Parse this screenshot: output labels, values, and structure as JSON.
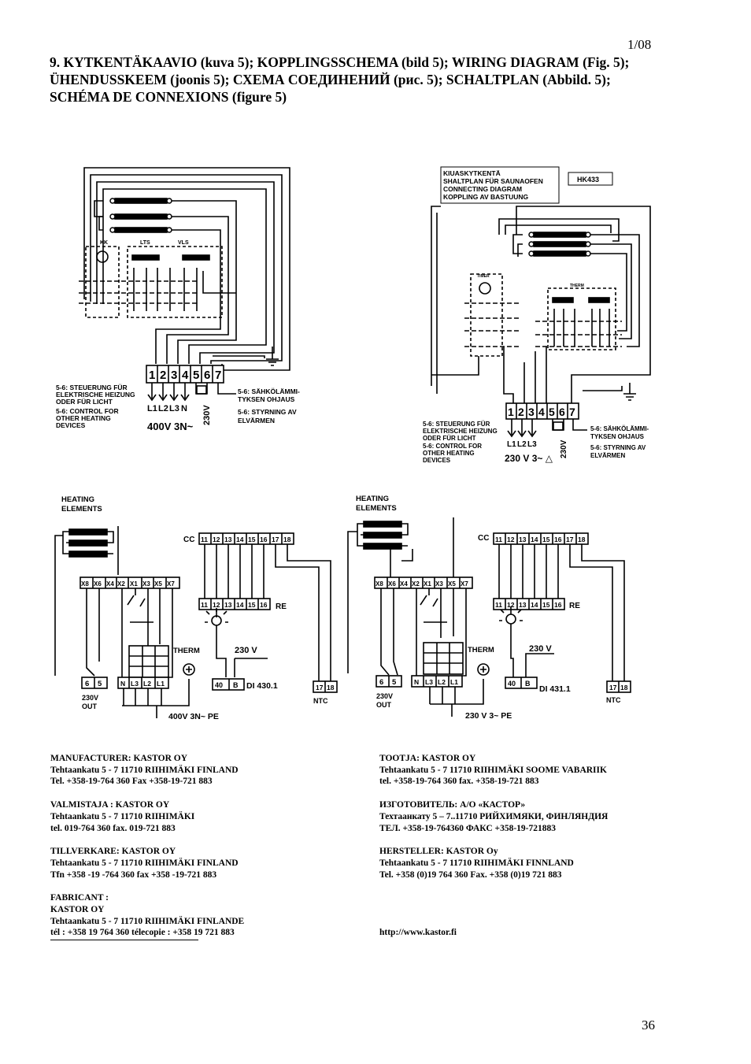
{
  "page_ref": "1/08",
  "title_lines": [
    "9. KYTKENTÄKAAVIO (kuva 5); KOPPLINGSSCHEMA (bild 5); WIRING DIAGRAM (Fig. 5);",
    "ÜHENDUSSKEEM (joonis 5); СХЕМА СОЕДИНЕНИЙ (рис. 5); SCHALTPLAN (Abbild. 5);",
    "SCHÉMA DE CONNEXIONS (figure 5)"
  ],
  "diagram_a": {
    "labels": {
      "kk": "KK",
      "lts": "LTS",
      "vls": "VLS"
    },
    "terminals": [
      "1",
      "2",
      "3",
      "4",
      "5",
      "6",
      "7"
    ],
    "phase_labels": [
      "L1",
      "L2",
      "L3",
      "N"
    ],
    "supply_label": "400V 3N~",
    "control_voltage": "230V",
    "note_left": [
      "5-6: STEUERUNG FÜR",
      "ELEKTRISCHE HEIZUNG",
      "ODER FÜR LICHT",
      "5-6: CONTROL FOR",
      "OTHER HEATING",
      "DEVICES"
    ],
    "note_right": [
      "5-6: SÄHKÖLÄMMI-",
      "TYKSEN OHJAUS",
      "5-6: STYRNING AV",
      "ELVÄRMEN"
    ]
  },
  "diagram_b": {
    "box_title": [
      "KIUASKYTKENTÄ",
      "SHALTPLAN FÜR SAUNAOFEN",
      "CONNECTING DIAGRAM",
      "KOPPLING AV BASTUUNG"
    ],
    "model": "HK433",
    "labels": {
      "timer": "TIMER",
      "therm": "THERM"
    },
    "terminals": [
      "1",
      "2",
      "3",
      "4",
      "5",
      "6",
      "7"
    ],
    "phase_labels": [
      "L1",
      "L2",
      "L3"
    ],
    "supply_label": "230 V 3~ △",
    "control_voltage": "230V",
    "note_left": [
      "5-6: STEUERUNG FÜR",
      "ELEKTRISCHE HEIZUNG",
      "ODER FÜR LICHT",
      "5-6: CONTROL FOR",
      "OTHER HEATING",
      "DEVICES"
    ],
    "note_right": [
      "5-6: SÄHKÖLÄMMI-",
      "TYKSEN OHJAUS",
      "5-6: STYRNING AV",
      "ELVÄRMEN"
    ]
  },
  "diagram_c": {
    "heating": [
      "HEATING",
      "ELEMENTS"
    ],
    "cc": "CC",
    "cc_terminals": [
      "11",
      "12",
      "13",
      "14",
      "15",
      "16",
      "17",
      "18"
    ],
    "x_terminals": [
      "X8",
      "X6",
      "X4",
      "X2",
      "X1",
      "X3",
      "X5",
      "X7"
    ],
    "re_terminals": [
      "11",
      "12",
      "13",
      "14",
      "15",
      "16"
    ],
    "re": "RE",
    "therm": "THERM",
    "v230": "230 V",
    "out_terms": [
      "6",
      "5"
    ],
    "out_label": [
      "230V",
      "OUT"
    ],
    "supply_terms": [
      "N",
      "L3",
      "L2",
      "L1"
    ],
    "di_terms": [
      "40",
      "B"
    ],
    "di": "DI 430.1",
    "ntc_terms": [
      "17",
      "18"
    ],
    "ntc": "NTC",
    "supply": "400V 3N~ PE"
  },
  "diagram_d": {
    "heating": [
      "HEATING",
      "ELEMENTS"
    ],
    "cc": "CC",
    "cc_terminals": [
      "11",
      "12",
      "13",
      "14",
      "15",
      "16",
      "17",
      "18"
    ],
    "x_terminals": [
      "X8",
      "X6",
      "X4",
      "X2",
      "X1",
      "X3",
      "X5",
      "X7"
    ],
    "re_terminals": [
      "11",
      "12",
      "13",
      "14",
      "15",
      "16"
    ],
    "re": "RE",
    "therm": "THERM",
    "v230": "230 V",
    "out_terms": [
      "6",
      "5"
    ],
    "out_label": [
      "230V",
      "OUT"
    ],
    "supply_terms": [
      "N",
      "L3",
      "L2",
      "L1"
    ],
    "di_terms": [
      "40",
      "B"
    ],
    "di": "DI 431.1",
    "ntc_terms": [
      "17",
      "18"
    ],
    "ntc": "NTC",
    "supply": "230 V 3~ PE"
  },
  "contacts_left": [
    [
      "MANUFACTURER: KASTOR OY",
      "Tehtaankatu 5 - 7  11710 RIIHIMÄKI  FINLAND",
      "Tel. +358-19-764 360    Fax +358-19-721 883"
    ],
    [
      "VALMISTAJA : KASTOR OY",
      "Tehtaankatu 5 - 7  11710 RIIHIMÄKI",
      "tel. 019-764 360    fax. 019-721 883"
    ],
    [
      "TILLVERKARE: KASTOR OY",
      "Tehtaankatu 5 - 7  11710 RIIHIMÄKI  FINLAND",
      "Tfn +358 -19 -764 360    fax +358 -19-721 883"
    ],
    [
      "FABRICANT :",
      "KASTOR OY",
      "Tehtaankatu 5 - 7 11710 RIIHIMÄKI FINLANDE",
      "tél : +358 19 764 360 télecopie : +358 19 721 883"
    ]
  ],
  "contacts_right": [
    [
      "TOOTJA: KASTOR OY",
      "Tehtaankatu 5 - 7 11710 RIIHIMÄKI SOOME VABARIIK",
      "tel. +358-19-764 360  fax. +358-19-721 883"
    ],
    [
      "ИЗГОТОВИТЕЛЬ: А/О «КАСТОР»",
      "Техтаанкату 5 – 7..11710 РИЙХИМЯКИ, ФИНЛЯНДИЯ",
      "ТЕЛ. +358-19-764360    ФАКС +358-19-721883"
    ],
    [
      "HERSTELLER: KASTOR Oy",
      "Tehtaankatu 5 - 7  11710 RIIHIMÄKI  FINNLAND",
      "Tel. +358 (0)19 764 360 Fax. +358 (0)19 721 883"
    ]
  ],
  "website": "http://www.kastor.fi",
  "page_number": "36"
}
